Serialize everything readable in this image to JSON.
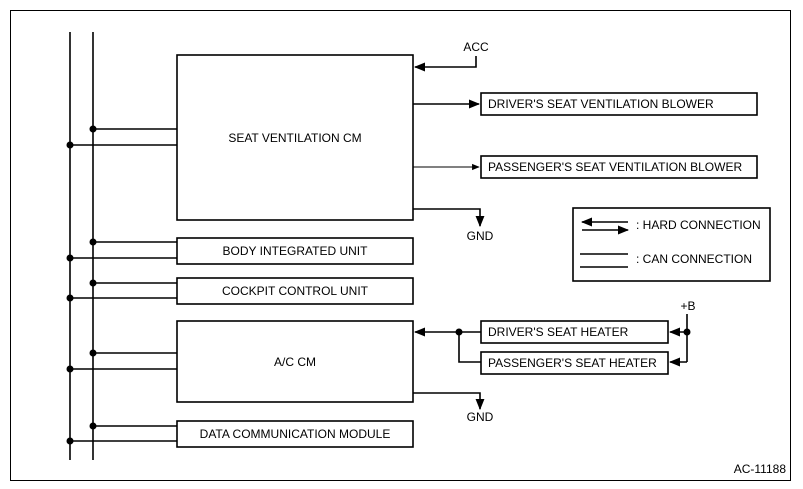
{
  "modules": {
    "seat_ventilation_cm": "SEAT VENTILATION CM",
    "body_integrated_unit": "BODY INTEGRATED UNIT",
    "cockpit_control_unit": "COCKPIT CONTROL UNIT",
    "ac_cm": "A/C CM",
    "data_communication_module": "DATA COMMUNICATION MODULE"
  },
  "outputs": {
    "driver_seat_ventilation_blower": "DRIVER'S SEAT VENTILATION BLOWER",
    "passenger_seat_ventilation_blower": "PASSENGER'S SEAT VENTILATION BLOWER",
    "driver_seat_heater": "DRIVER'S SEAT HEATER",
    "passenger_seat_heater": "PASSENGER'S SEAT HEATER"
  },
  "power": {
    "acc": "ACC",
    "plus_b": "+B",
    "gnd_top": "GND",
    "gnd_bottom": "GND"
  },
  "legend": {
    "hard_connection": ": HARD CONNECTION",
    "can_connection": ": CAN CONNECTION"
  },
  "figure_id": "AC-11188"
}
